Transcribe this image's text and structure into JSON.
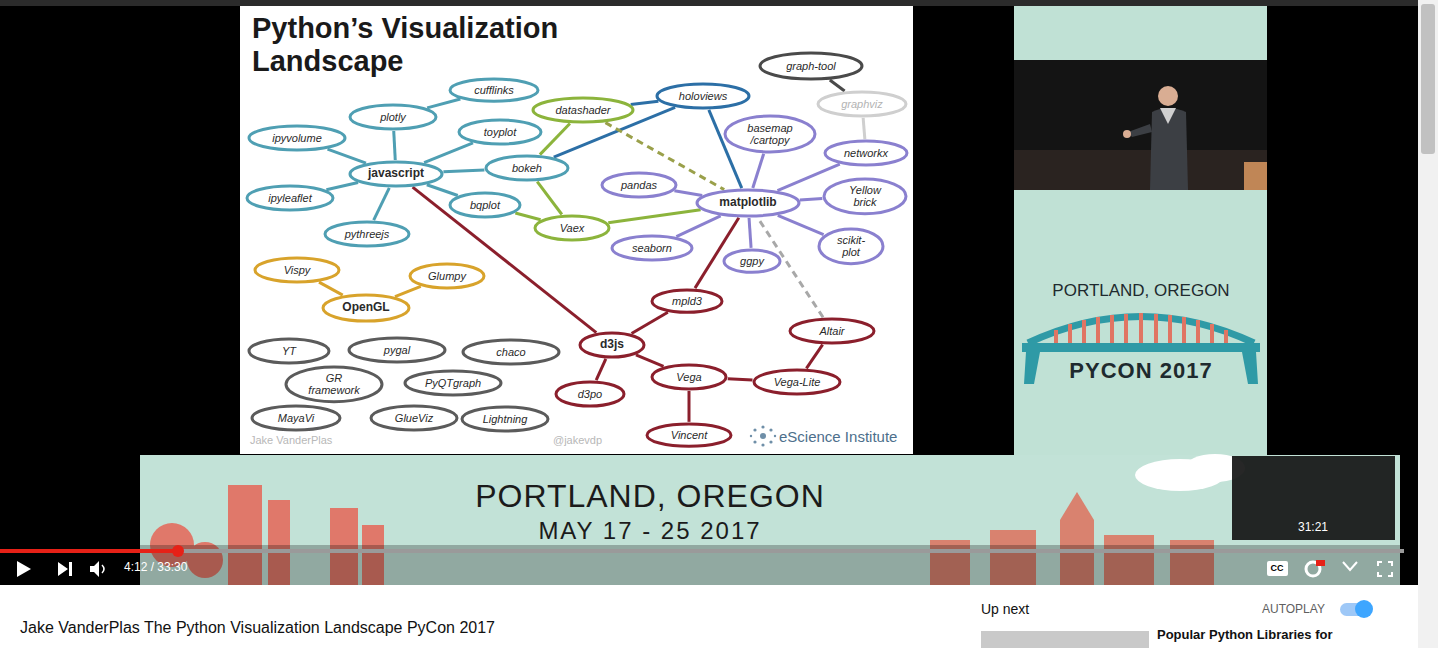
{
  "diagram": {
    "title": "Python’s Visualization Landscape",
    "nodes": [
      {
        "text": [
          "cufflinks"
        ]
      },
      {
        "text": [
          "graph-tool"
        ]
      },
      {
        "text": [
          "holoviews"
        ]
      },
      {
        "text": [
          "datashader"
        ]
      },
      {
        "text": [
          "graphviz"
        ]
      },
      {
        "text": [
          "plotly"
        ]
      },
      {
        "text": [
          "toyplot"
        ]
      },
      {
        "text": [
          "basemap /cartopy"
        ]
      },
      {
        "text": [
          "ipyvolume"
        ]
      },
      {
        "text": [
          "networkx"
        ]
      },
      {
        "text": [
          "bokeh"
        ]
      },
      {
        "text": [
          "javascript"
        ]
      },
      {
        "text": [
          "pandas"
        ]
      },
      {
        "text": [
          "Yellow brick"
        ]
      },
      {
        "text": [
          "ipyleaflet"
        ]
      },
      {
        "text": [
          "matplotlib"
        ]
      },
      {
        "text": [
          "bqplot"
        ]
      },
      {
        "text": [
          "Vaex"
        ]
      },
      {
        "text": [
          "pythreejs"
        ]
      },
      {
        "text": [
          "seaborn"
        ]
      },
      {
        "text": [
          "scikit-plot"
        ]
      },
      {
        "text": [
          "ggpy"
        ]
      },
      {
        "text": [
          "Vispy"
        ]
      },
      {
        "text": [
          "Glumpy"
        ]
      },
      {
        "text": [
          "mpld3"
        ]
      },
      {
        "text": [
          "OpenGL"
        ]
      },
      {
        "text": [
          "Altair"
        ]
      },
      {
        "text": [
          "d3js"
        ]
      },
      {
        "text": [
          "YT"
        ]
      },
      {
        "text": [
          "pygal"
        ]
      },
      {
        "text": [
          "chaco"
        ]
      },
      {
        "text": [
          "Vega"
        ]
      },
      {
        "text": [
          "Vega-Lite"
        ]
      },
      {
        "text": [
          "GR framework"
        ]
      },
      {
        "text": [
          "PyQTgraph"
        ]
      },
      {
        "text": [
          "d3po"
        ]
      },
      {
        "text": [
          "MayaVi"
        ]
      },
      {
        "text": [
          "GlueViz"
        ]
      },
      {
        "text": [
          "Lightning"
        ]
      },
      {
        "text": [
          "Vincent"
        ]
      }
    ],
    "edges": [
      {
        "from": 11,
        "to": 5,
        "arrow": "none"
      },
      {
        "from": 5,
        "to": 0,
        "arrow": "none"
      },
      {
        "from": 11,
        "to": 6,
        "arrow": "none"
      },
      {
        "from": 11,
        "to": 8,
        "arrow": "none"
      },
      {
        "from": 11,
        "to": 10,
        "arrow": "none"
      },
      {
        "from": 11,
        "to": 14,
        "arrow": "none"
      },
      {
        "from": 11,
        "to": 16,
        "arrow": "none"
      },
      {
        "from": 11,
        "to": 18,
        "arrow": "none"
      },
      {
        "from": 10,
        "to": 3,
        "arrow": "none"
      },
      {
        "from": 10,
        "to": 17,
        "arrow": "none"
      },
      {
        "from": 16,
        "to": 17,
        "arrow": "none"
      },
      {
        "from": 17,
        "to": 15,
        "arrow": "none"
      },
      {
        "from": 3,
        "to": 2,
        "arrow": "none"
      },
      {
        "from": 10,
        "to": 2,
        "arrow": "none"
      },
      {
        "from": 2,
        "to": 15,
        "arrow": "none"
      },
      {
        "from": 3,
        "to": 15,
        "arrow": "none"
      },
      {
        "from": 1,
        "to": 4,
        "arrow": "none"
      },
      {
        "from": 4,
        "to": 9,
        "arrow": "none"
      },
      {
        "from": 15,
        "to": 7,
        "arrow": "none"
      },
      {
        "from": 15,
        "to": 9,
        "arrow": "none"
      },
      {
        "from": 15,
        "to": 12,
        "arrow": "none"
      },
      {
        "from": 15,
        "to": 13,
        "arrow": "none"
      },
      {
        "from": 15,
        "to": 19,
        "arrow": "none"
      },
      {
        "from": 15,
        "to": 20,
        "arrow": "none"
      },
      {
        "from": 15,
        "to": 21,
        "arrow": "none"
      },
      {
        "from": 15,
        "to": 24,
        "arrow": "none"
      },
      {
        "from": 26,
        "to": 15,
        "arrow": "none"
      },
      {
        "from": 11,
        "to": 27,
        "arrow": "none"
      },
      {
        "from": 27,
        "to": 24,
        "arrow": "none"
      },
      {
        "from": 27,
        "to": 31,
        "arrow": "none"
      },
      {
        "from": 27,
        "to": 35,
        "arrow": "none"
      },
      {
        "from": 31,
        "to": 39,
        "arrow": "none"
      },
      {
        "from": 31,
        "to": 32,
        "arrow": "none"
      },
      {
        "from": 32,
        "to": 26,
        "arrow": "none"
      },
      {
        "from": 22,
        "to": 25,
        "arrow": "none"
      },
      {
        "from": 23,
        "to": 25,
        "arrow": "none"
      }
    ],
    "labels": [
      "Jake VanderPlas",
      "@jakevdp",
      "eScience Institute",
      "PORTLAND, OREGON",
      "PYCON 2017",
      "PORTLAND, OREGON",
      "MAY 17 - 25 2017",
      "31:21",
      "4:12 / 33:30",
      "CC",
      "Jake VanderPlas The Python Visualization Landscape PyCon 2017",
      "Up next",
      "AUTOPLAY",
      "Popular Python Libraries for"
    ]
  }
}
